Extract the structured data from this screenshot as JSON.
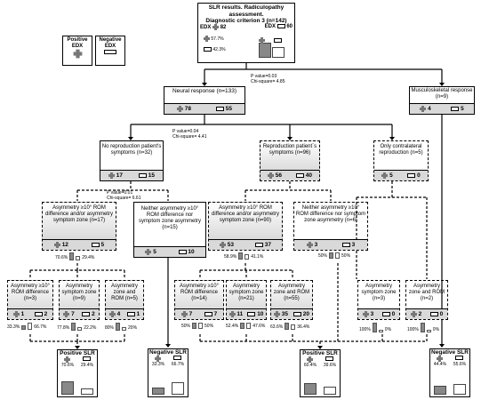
{
  "header": {
    "title_line1": "SLR results. Radiculopathy assessment.",
    "title_line2": "Diagnostic criterion 3 (n=142)",
    "edx_label_left": "EDX",
    "edx_pos_count": "82",
    "edx_label_right": "EDX",
    "edx_neg_count": "60",
    "pos_pct": "57.7%",
    "neg_pct": "42.3%"
  },
  "legend": {
    "positive_label": "Positive EDX",
    "negative_label": "Negative EDX"
  },
  "stats": {
    "root": {
      "p": "P value=0.03",
      "chi": "Chi-square= 4.85"
    },
    "neural": {
      "p": "P value=0.04",
      "chi": "Chi-square= 4.41"
    },
    "no_repro": {
      "p": "P value=0.01",
      "chi": "Chi-square= 6.61"
    }
  },
  "nodes": {
    "neural": {
      "label": "Neural response (n=133)",
      "pos": "78",
      "neg": "55"
    },
    "musculo": {
      "label": "Musculoskeletal response (n=9)",
      "pos": "4",
      "neg": "5"
    },
    "no_repro": {
      "label": "No reproduction patient's symptoms (n=32)",
      "pos": "17",
      "neg": "15"
    },
    "repro": {
      "label": "Reproduction patient`s symptoms (n=96)",
      "pos": "56",
      "neg": "40"
    },
    "contra": {
      "label": "Only contralateral reproduction (n=5)",
      "pos": "5",
      "neg": "0"
    },
    "asym17": {
      "label": "Asymmetry ≥10° ROM difference and/or asymmetry symptom zone (n=17)",
      "pos": "12",
      "neg": "5",
      "pos_pct": "70.6%",
      "neg_pct": "29.4%"
    },
    "neither15": {
      "label": "Neither asymmetry ≥10° ROM difference nor symptom zone asymmetry (n=15)",
      "pos": "5",
      "neg": "10"
    },
    "asym90": {
      "label": "Asymmetry ≥10° ROM difference and/or asymmetry symptom zone (n=90)",
      "pos": "53",
      "neg": "37",
      "pos_pct": "58.9%",
      "neg_pct": "41.1%"
    },
    "neither6": {
      "label": "Neither asymmetry ≥10° ROM difference nor symptom zone asymmetry (n=6)",
      "pos": "3",
      "neg": "3",
      "pos_pct": "50%",
      "neg_pct": "50%"
    },
    "rom3": {
      "label": "Asymmetry ≥10° ROM difference (n=3)",
      "pos": "1",
      "neg": "2",
      "pos_pct": "33.3%",
      "neg_pct": "66.7%"
    },
    "zone9": {
      "label": "Asymmetry symptom zone (n=9)",
      "pos": "7",
      "neg": "2",
      "pos_pct": "77.8%",
      "neg_pct": "22.2%"
    },
    "both5": {
      "label": "Asymmetry zone and ROM (n=5)",
      "pos": "4",
      "neg": "1",
      "pos_pct": "80%",
      "neg_pct": "20%"
    },
    "rom14": {
      "label": "Asymmetry ≥10° ROM difference (n=14)",
      "pos": "7",
      "neg": "7",
      "pos_pct": "50%",
      "neg_pct": "50%"
    },
    "zone21": {
      "label": "Asymmetry symptom zone (n=21)",
      "pos": "11",
      "neg": "10",
      "pos_pct": "52.4%",
      "neg_pct": "47.6%"
    },
    "both55": {
      "label": "Asymmetry zone and ROM (n=55)",
      "pos": "35",
      "neg": "20",
      "pos_pct": "63.6%",
      "neg_pct": "36.4%"
    },
    "czone3": {
      "label": "Asymmetry symptom zone (n=3)",
      "pos": "3",
      "neg": "0",
      "pos_pct": "100%",
      "neg_pct": "0%"
    },
    "cboth2": {
      "label": "Asymmetry zone and ROM (n=2)",
      "pos": "2",
      "neg": "0",
      "pos_pct": "100%",
      "neg_pct": "0%"
    }
  },
  "results": [
    {
      "title": "Positive SLR",
      "pos_pct": "70.6%",
      "neg_pct": "29.4%",
      "pos_frac": 0.706,
      "neg_frac": 0.294
    },
    {
      "title": "Negative SLR",
      "pos_pct": "33.3%",
      "neg_pct": "66.7%",
      "pos_frac": 0.333,
      "neg_frac": 0.667
    },
    {
      "title": "Positive SLR",
      "pos_pct": "60.4%",
      "neg_pct": "39.6%",
      "pos_frac": 0.604,
      "neg_frac": 0.396
    },
    {
      "title": "Negative SLR",
      "pos_pct": "44.4%",
      "neg_pct": "55.6%",
      "pos_frac": 0.444,
      "neg_frac": 0.556
    }
  ]
}
